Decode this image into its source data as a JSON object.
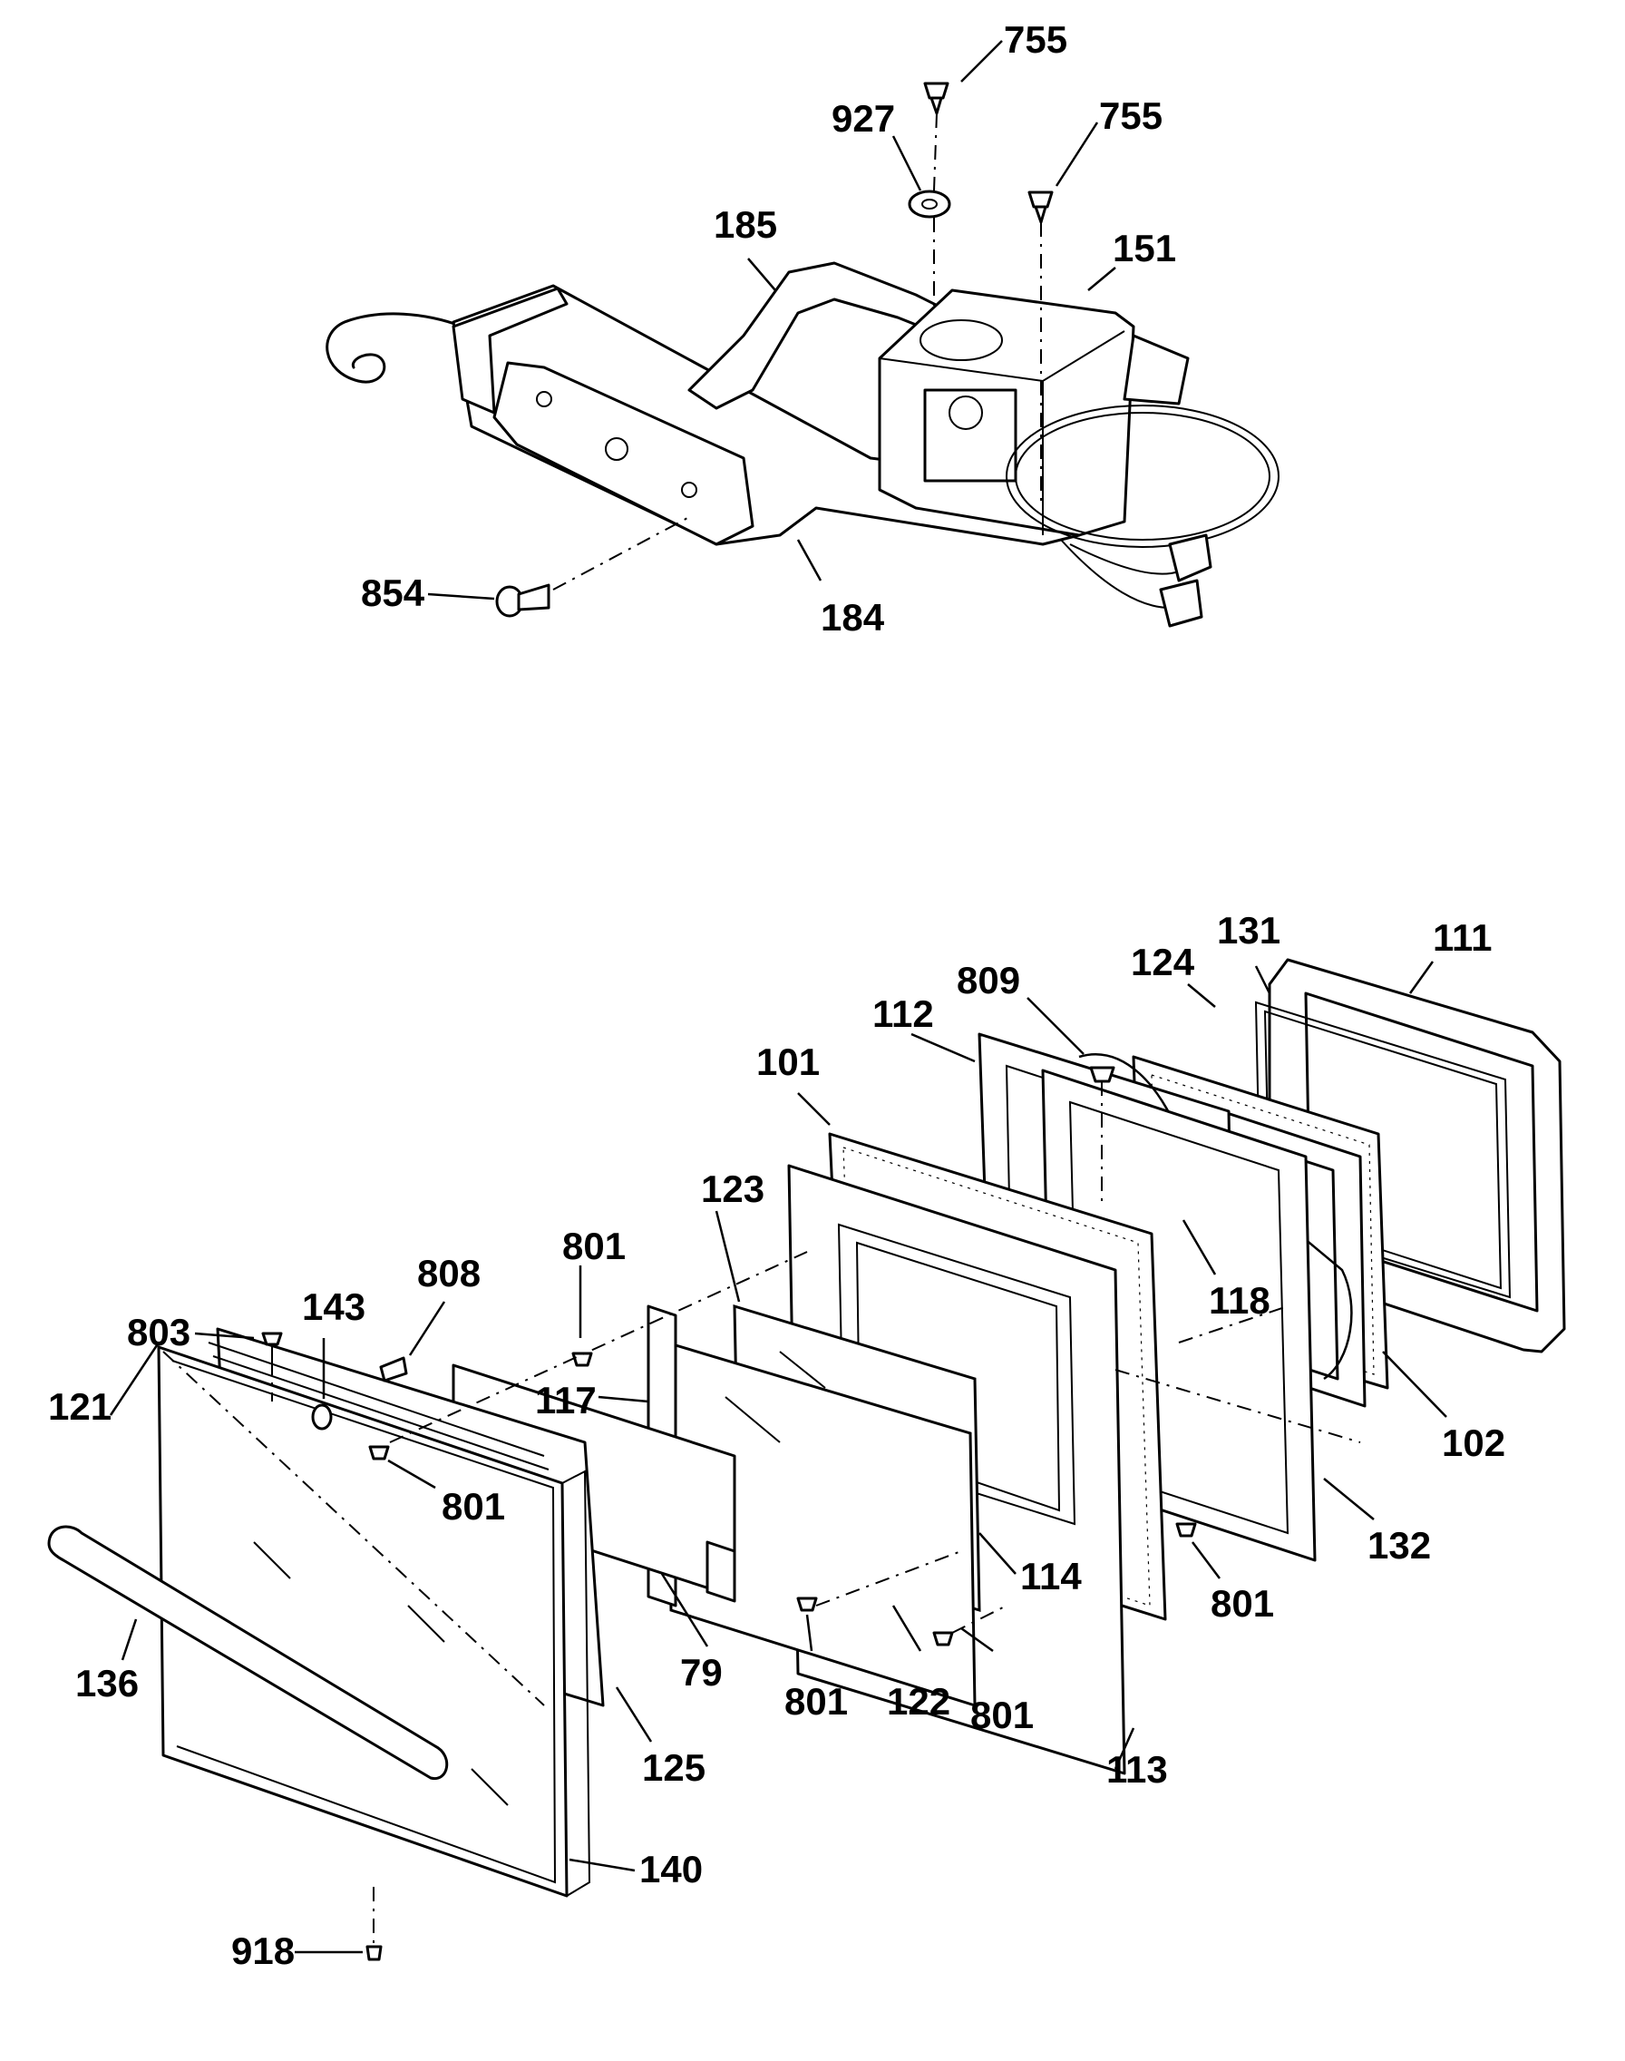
{
  "callouts": {
    "c755a": "755",
    "c927": "927",
    "c755b": "755",
    "c185": "185",
    "c151": "151",
    "c854": "854",
    "c184": "184",
    "c809": "809",
    "c131": "131",
    "c111": "111",
    "c124": "124",
    "c112": "112",
    "c101": "101",
    "c123": "123",
    "c801a": "801",
    "c808": "808",
    "c143": "143",
    "c803": "803",
    "c121": "121",
    "c117": "117",
    "c801b": "801",
    "c118": "118",
    "c102": "102",
    "c132": "132",
    "c801c": "801",
    "c114": "114",
    "c79": "79",
    "c136": "136",
    "c125": "125",
    "c801d": "801",
    "c122": "122",
    "c801e": "801",
    "c113": "113",
    "c140": "140",
    "c918": "918"
  }
}
